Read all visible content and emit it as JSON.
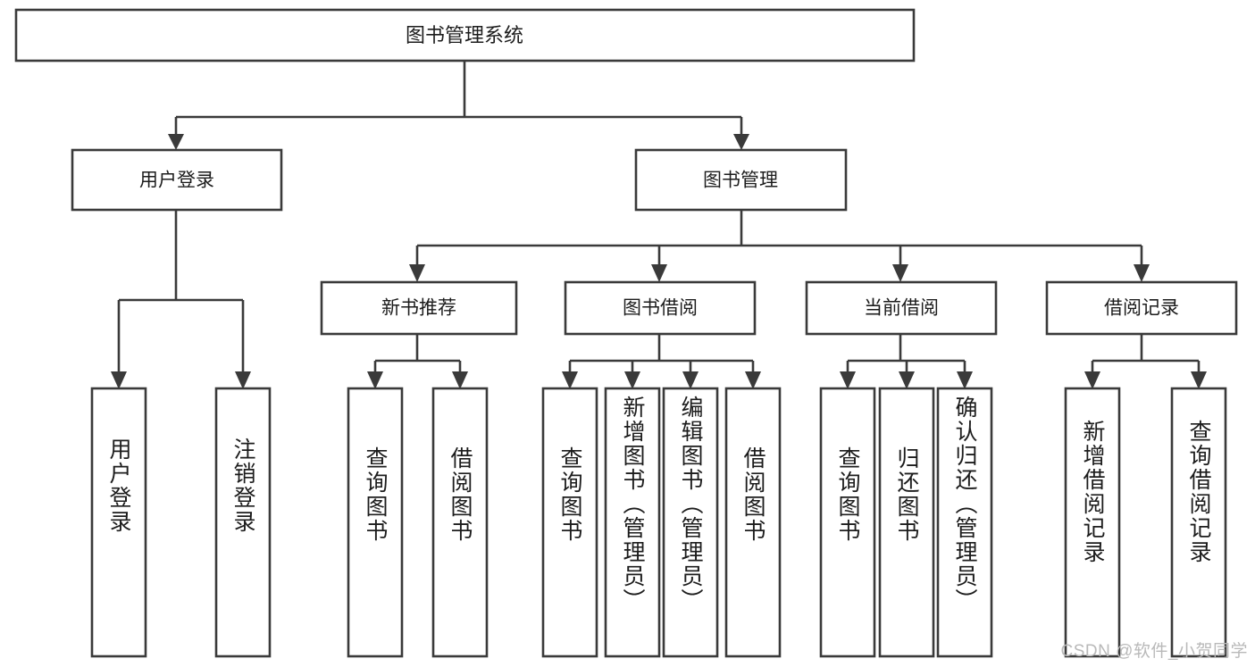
{
  "diagram": {
    "title": "图书管理系统",
    "type": "tree-hierarchy-chart",
    "watermark": "CSDN @软件_小贺同学",
    "colors": {
      "stroke": "#3a3a3a",
      "fill": "#ffffff",
      "text": "#1c1c1c",
      "watermark": "#b9b9b9"
    },
    "root": {
      "label": "图书管理系统"
    },
    "level2": [
      {
        "label": "用户登录"
      },
      {
        "label": "图书管理"
      }
    ],
    "level3": [
      {
        "label": "新书推荐"
      },
      {
        "label": "图书借阅"
      },
      {
        "label": "当前借阅"
      },
      {
        "label": "借阅记录"
      }
    ],
    "leaves": {
      "user_login": [
        {
          "label": "用户登录"
        },
        {
          "label": "注销登录"
        }
      ],
      "new_book_recommend": [
        {
          "label": "查询图书"
        },
        {
          "label": "借阅图书"
        }
      ],
      "book_borrow": [
        {
          "label": "查询图书"
        },
        {
          "label": "新增图书（管理员）"
        },
        {
          "label": "编辑图书（管理员）"
        },
        {
          "label": "借阅图书"
        }
      ],
      "current_borrow": [
        {
          "label": "查询图书"
        },
        {
          "label": "归还图书"
        },
        {
          "label": "确认归还（管理员）"
        }
      ],
      "borrow_record": [
        {
          "label": "新增借阅记录"
        },
        {
          "label": "查询借阅记录"
        }
      ]
    }
  }
}
